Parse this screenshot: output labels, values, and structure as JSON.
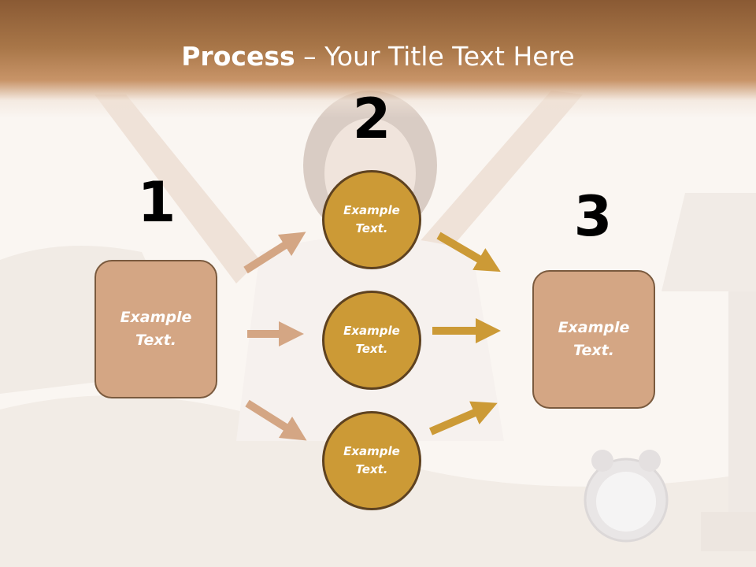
{
  "title": {
    "bold": "Process",
    "rest": " – Your Title Text Here"
  },
  "steps": [
    {
      "number": "1",
      "label": "Example\nText."
    },
    {
      "number": "2",
      "label": "Example\nText."
    },
    {
      "number": "3",
      "label": "Example\nText."
    }
  ],
  "circles": [
    {
      "label": "Example\nText."
    },
    {
      "label": "Example\nText."
    },
    {
      "label": "Example\nText."
    }
  ],
  "colors": {
    "header": "#a87648",
    "box_fill": "#d4a684",
    "circle_fill": "#cc9a36",
    "left_arrows": "#d4a684",
    "right_arrows": "#cc9a36"
  }
}
